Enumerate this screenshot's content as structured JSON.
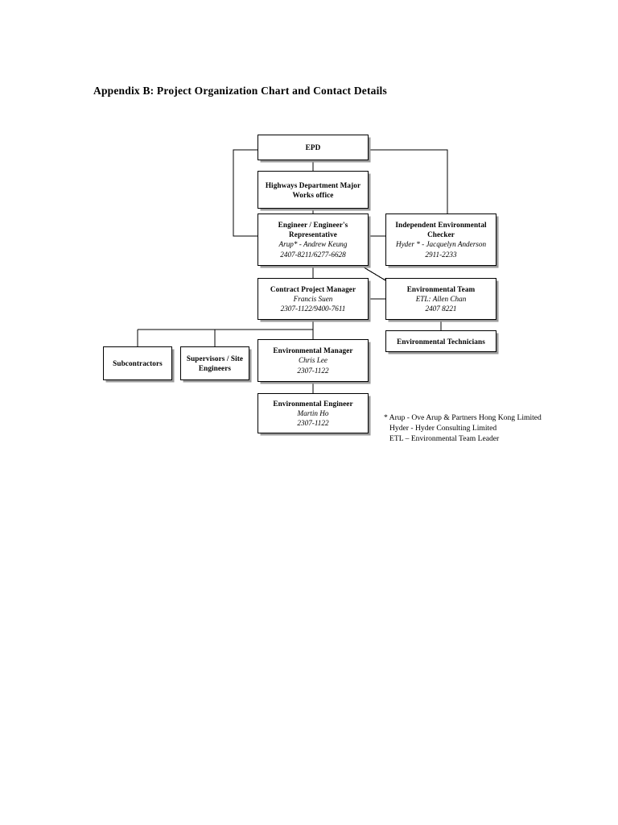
{
  "document": {
    "title": "Appendix B: Project Organization Chart and Contact Details"
  },
  "chart_data": {
    "type": "diagram",
    "title": "Appendix B: Project Organization Chart and Contact Details",
    "nodes": [
      {
        "id": "epd",
        "title": "EPD",
        "person": "",
        "phone": ""
      },
      {
        "id": "hyd",
        "title": "Highways Department Major Works office",
        "person": "",
        "phone": ""
      },
      {
        "id": "engineer",
        "title": "Engineer / Engineer's Representative",
        "person": "Arup* - Andrew Keung",
        "phone": "2407-8211/6277-6628"
      },
      {
        "id": "iec",
        "title": "Independent Environmental Checker",
        "person": "Hyder * - Jacquelyn Anderson",
        "phone": "2911-2233"
      },
      {
        "id": "cpm",
        "title": "Contract Project Manager",
        "person": "Francis Suen",
        "phone": "2307-1122/9400-7611"
      },
      {
        "id": "et",
        "title": "Environmental Team",
        "person": "ETL:  Allen Chan",
        "phone": "2407 8221"
      },
      {
        "id": "ettech",
        "title": "Environmental Technicians",
        "person": "",
        "phone": ""
      },
      {
        "id": "subcontractors",
        "title": "Subcontractors",
        "person": "",
        "phone": ""
      },
      {
        "id": "supervisors",
        "title": "Supervisors / Site Engineers",
        "person": "",
        "phone": ""
      },
      {
        "id": "em",
        "title": "Environmental Manager",
        "person": "Chris Lee",
        "phone": "2307-1122"
      },
      {
        "id": "ee",
        "title": "Environmental Engineer",
        "person": "Martin Ho",
        "phone": "2307-1122"
      }
    ],
    "edges": [
      {
        "from": "epd",
        "to": "hyd"
      },
      {
        "from": "epd",
        "to": "engineer"
      },
      {
        "from": "epd",
        "to": "iec"
      },
      {
        "from": "hyd",
        "to": "engineer"
      },
      {
        "from": "engineer",
        "to": "iec"
      },
      {
        "from": "engineer",
        "to": "cpm"
      },
      {
        "from": "engineer",
        "to": "et"
      },
      {
        "from": "cpm",
        "to": "et"
      },
      {
        "from": "cpm",
        "to": "subcontractors"
      },
      {
        "from": "cpm",
        "to": "supervisors"
      },
      {
        "from": "cpm",
        "to": "em"
      },
      {
        "from": "et",
        "to": "ettech"
      },
      {
        "from": "em",
        "to": "ee"
      }
    ],
    "legend": [
      "* Arup - Ove Arup & Partners Hong Kong Limited",
      "Hyder - Hyder Consulting Limited",
      "ETL – Environmental Team Leader"
    ]
  },
  "legend": {
    "line1": "* Arup - Ove Arup & Partners Hong Kong Limited",
    "line2": "Hyder - Hyder Consulting Limited",
    "line3": "ETL – Environmental Team Leader"
  }
}
